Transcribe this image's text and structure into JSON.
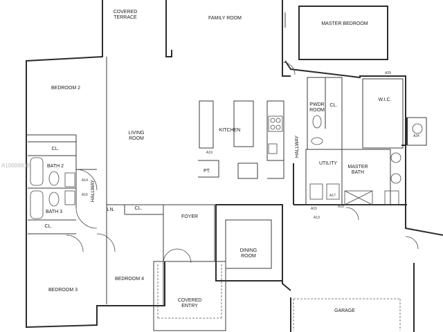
{
  "watermark": "A10699838",
  "rooms": {
    "covered_terrace_1": "COVERED",
    "covered_terrace_2": "TERRACE",
    "family_room": "FAMILY ROOM",
    "master_bedroom": "MASTER BEDROOM",
    "bedroom2": "BEDROOM 2",
    "living_1": "LIVING",
    "living_2": "ROOM",
    "kitchen": "KITCHEN",
    "pwdr_1": "PWDR",
    "pwdr_2": "ROOM",
    "closet": "CL.",
    "wic": "W.I.C.",
    "closet_b2": "CL.",
    "bath2": "BATH 2",
    "pantry": "PT.",
    "hallway_right": "HALLWAY",
    "utility": "UTILITY",
    "master_bath_1": "MASTER",
    "master_bath_2": "BATH",
    "hallway_left": "HALLWAY",
    "bath3": "BATH 3",
    "linen": "LN.",
    "closet_b4": "CL.",
    "foyer": "FOYER",
    "closet_b3": "CL.",
    "dining_1": "DINING",
    "dining_2": "ROOM",
    "bedroom3": "BEDROOM 3",
    "bedroom4": "BEDROOM 4",
    "covered_entry_1": "COVERED",
    "covered_entry_2": "ENTRY",
    "garage": "GARAGE"
  },
  "tags": {
    "a1": "A19",
    "a2": "A15",
    "a3": "A14",
    "a4": "A13",
    "a5": "A16",
    "a6": "A17",
    "a7": "A18",
    "a8": "A24",
    "a9": "A29"
  }
}
